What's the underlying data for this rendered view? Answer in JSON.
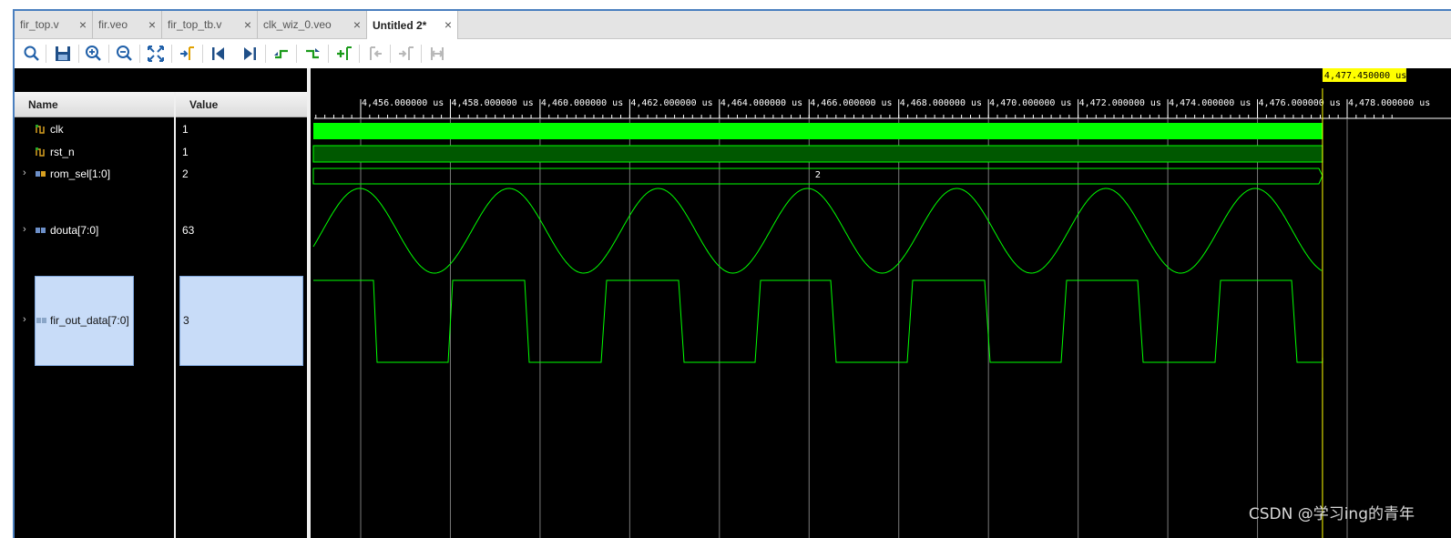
{
  "tabs": [
    {
      "label": "fir_top.v",
      "active": false
    },
    {
      "label": "fir.veo",
      "active": false
    },
    {
      "label": "fir_top_tb.v",
      "active": false
    },
    {
      "label": "clk_wiz_0.veo",
      "active": false
    },
    {
      "label": "Untitled 2*",
      "active": true
    }
  ],
  "tab_close_glyph": "×",
  "toolbar": {
    "buttons": [
      "search-icon",
      "save-icon",
      "zoom-in-icon",
      "zoom-out-icon",
      "zoom-fit-icon",
      "go-to-cursor-icon",
      "go-to-time-0-icon",
      "go-to-last-time-icon",
      "previous-transition-icon",
      "next-transition-icon",
      "add-marker-icon",
      "previous-marker-icon",
      "next-marker-icon",
      "swap-cursors-icon"
    ]
  },
  "columns": {
    "name": "Name",
    "value": "Value"
  },
  "signals": [
    {
      "name": "clk",
      "value": "1",
      "expandable": false,
      "icon": "bit-signal-icon"
    },
    {
      "name": "rst_n",
      "value": "1",
      "expandable": false,
      "icon": "bit-signal-icon"
    },
    {
      "name": "rom_sel[1:0]",
      "value": "2",
      "expandable": true,
      "icon": "bus-signal-icon"
    },
    {
      "name": "douta[7:0]",
      "value": "63",
      "expandable": true,
      "icon": "bus-signal-icon"
    },
    {
      "name": "fir_out_data[7:0]",
      "value": "3",
      "expandable": true,
      "icon": "bus-signal-icon",
      "selected": true
    }
  ],
  "expander_glyph": "›",
  "timeline": {
    "cursor_label": "4,477.450000 us",
    "cursor_time_us": 4477.45,
    "ticks": [
      "4,456.000000 us",
      "4,458.000000 us",
      "4,460.000000 us",
      "4,462.000000 us",
      "4,464.000000 us",
      "4,466.000000 us",
      "4,468.000000 us",
      "4,470.000000 us",
      "4,472.000000 us",
      "4,474.000000 us",
      "4,476.000000 us",
      "4,478.000000 us"
    ],
    "tick_times_us": [
      4456,
      4458,
      4460,
      4462,
      4464,
      4466,
      4468,
      4470,
      4472,
      4474,
      4476,
      4478
    ],
    "bus_label_rom_sel": "2"
  },
  "colors": {
    "wave": "#00ff00",
    "wave_dark": "#005800",
    "cursor": "#ffff00",
    "grid": "#7a7a7a",
    "background": "#000000"
  },
  "watermark": "CSDN @学习ing的青年"
}
